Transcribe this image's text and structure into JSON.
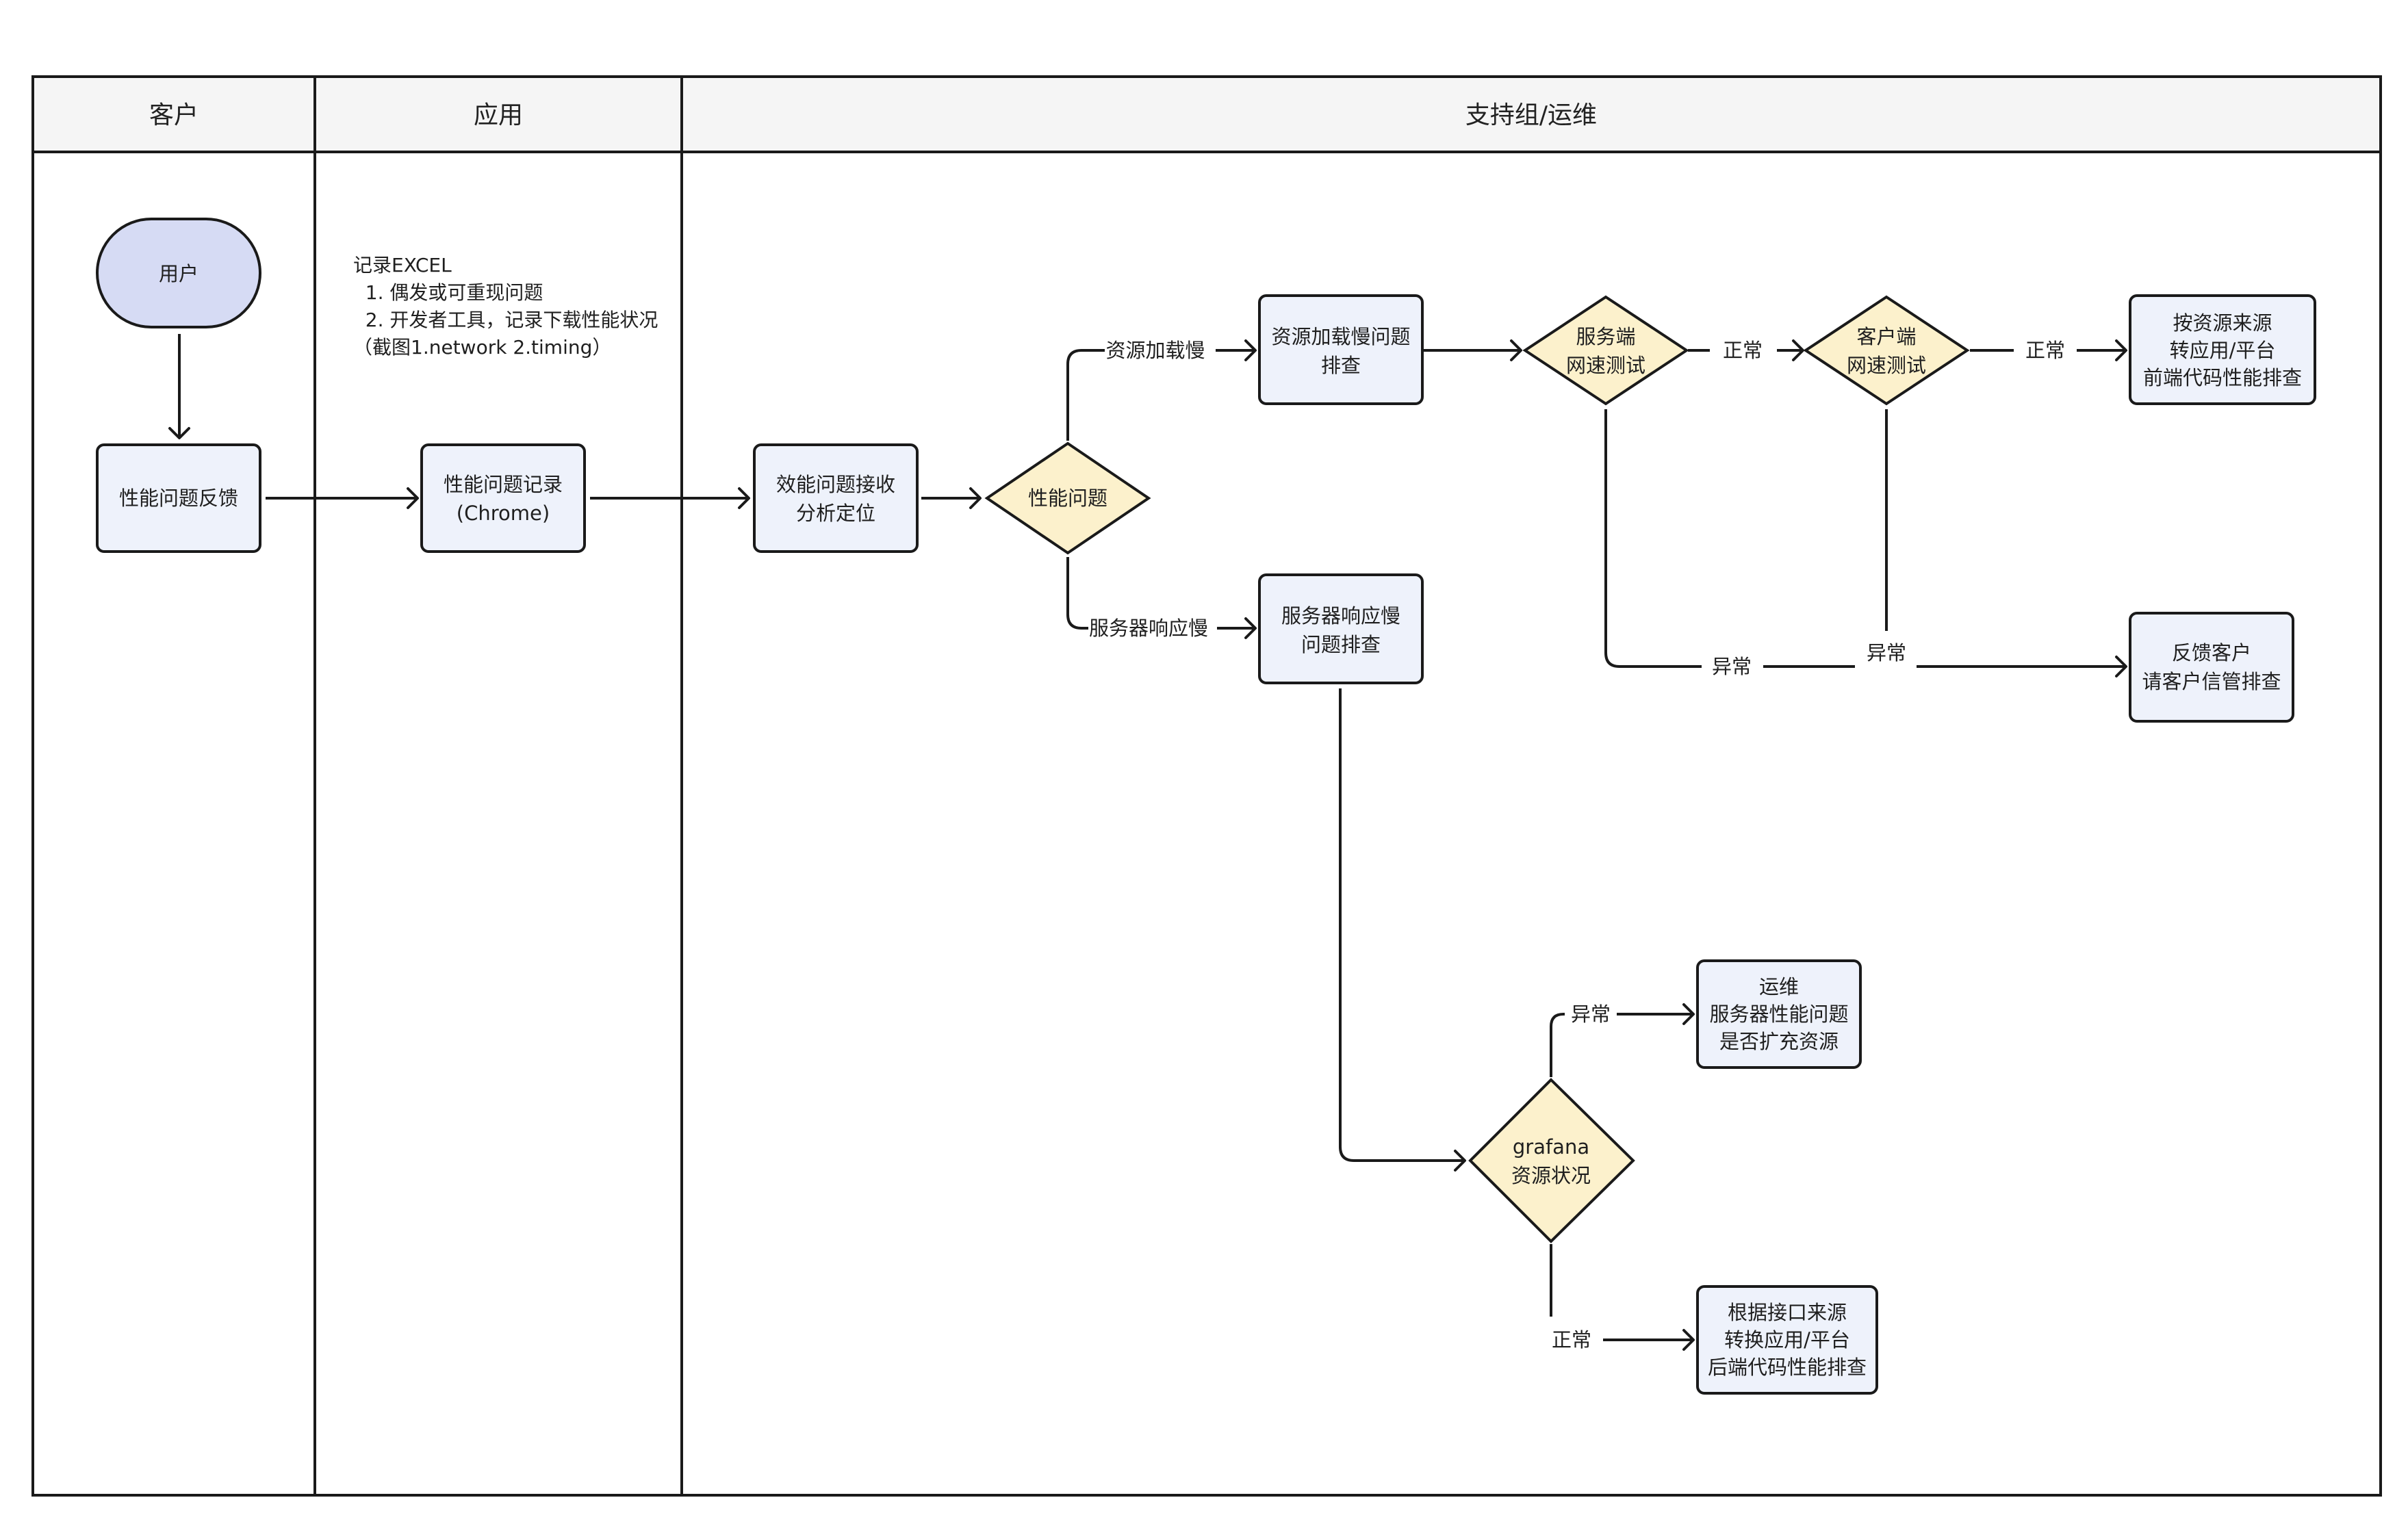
{
  "lanes": {
    "customer": "客户",
    "application": "应用",
    "support": "支持组/运维"
  },
  "nodes": {
    "user": [
      "用户"
    ],
    "perf_feedback": [
      "性能问题反馈"
    ],
    "perf_record": [
      "性能问题记录",
      "(Chrome)"
    ],
    "receive": [
      "效能问题接收",
      "分析定位"
    ],
    "perf_issue": [
      "性能问题"
    ],
    "res_slow_check": [
      "资源加载慢问题",
      "排查"
    ],
    "server_slow_check": [
      "服务器响应慢",
      "问题排查"
    ],
    "server_speed": [
      "服务端",
      "网速测试"
    ],
    "client_speed": [
      "客户端",
      "网速测试"
    ],
    "by_source": [
      "按资源来源",
      "转应用/平台",
      "前端代码性能排查"
    ],
    "feedback_customer": [
      "反馈客户",
      "请客户信管排查"
    ],
    "grafana": [
      "grafana",
      "资源状况"
    ],
    "ops": [
      "运维",
      "服务器性能问题",
      "是否扩充资源"
    ],
    "by_api": [
      "根据接口来源",
      "转换应用/平台",
      "后端代码性能排查"
    ]
  },
  "note": [
    "记录EXCEL",
    "  1. 偶发或可重现问题",
    "  2. 开发者工具，记录下载性能状况",
    "（截图1.network 2.timing）"
  ],
  "edge_labels": {
    "resource_slow": "资源加载慢",
    "server_slow": "服务器响应慢",
    "normal_1": "正常",
    "normal_2": "正常",
    "abnormal_1": "异常",
    "abnormal_2": "异常",
    "abnormal_3": "异常",
    "normal_3": "正常"
  },
  "colors": {
    "rect_fill": "#eef2fb",
    "diamond_fill": "#fcf1cc",
    "oval_fill": "#d6dbf4",
    "header_fill": "#f5f5f5",
    "stroke": "#1a1a1a"
  }
}
